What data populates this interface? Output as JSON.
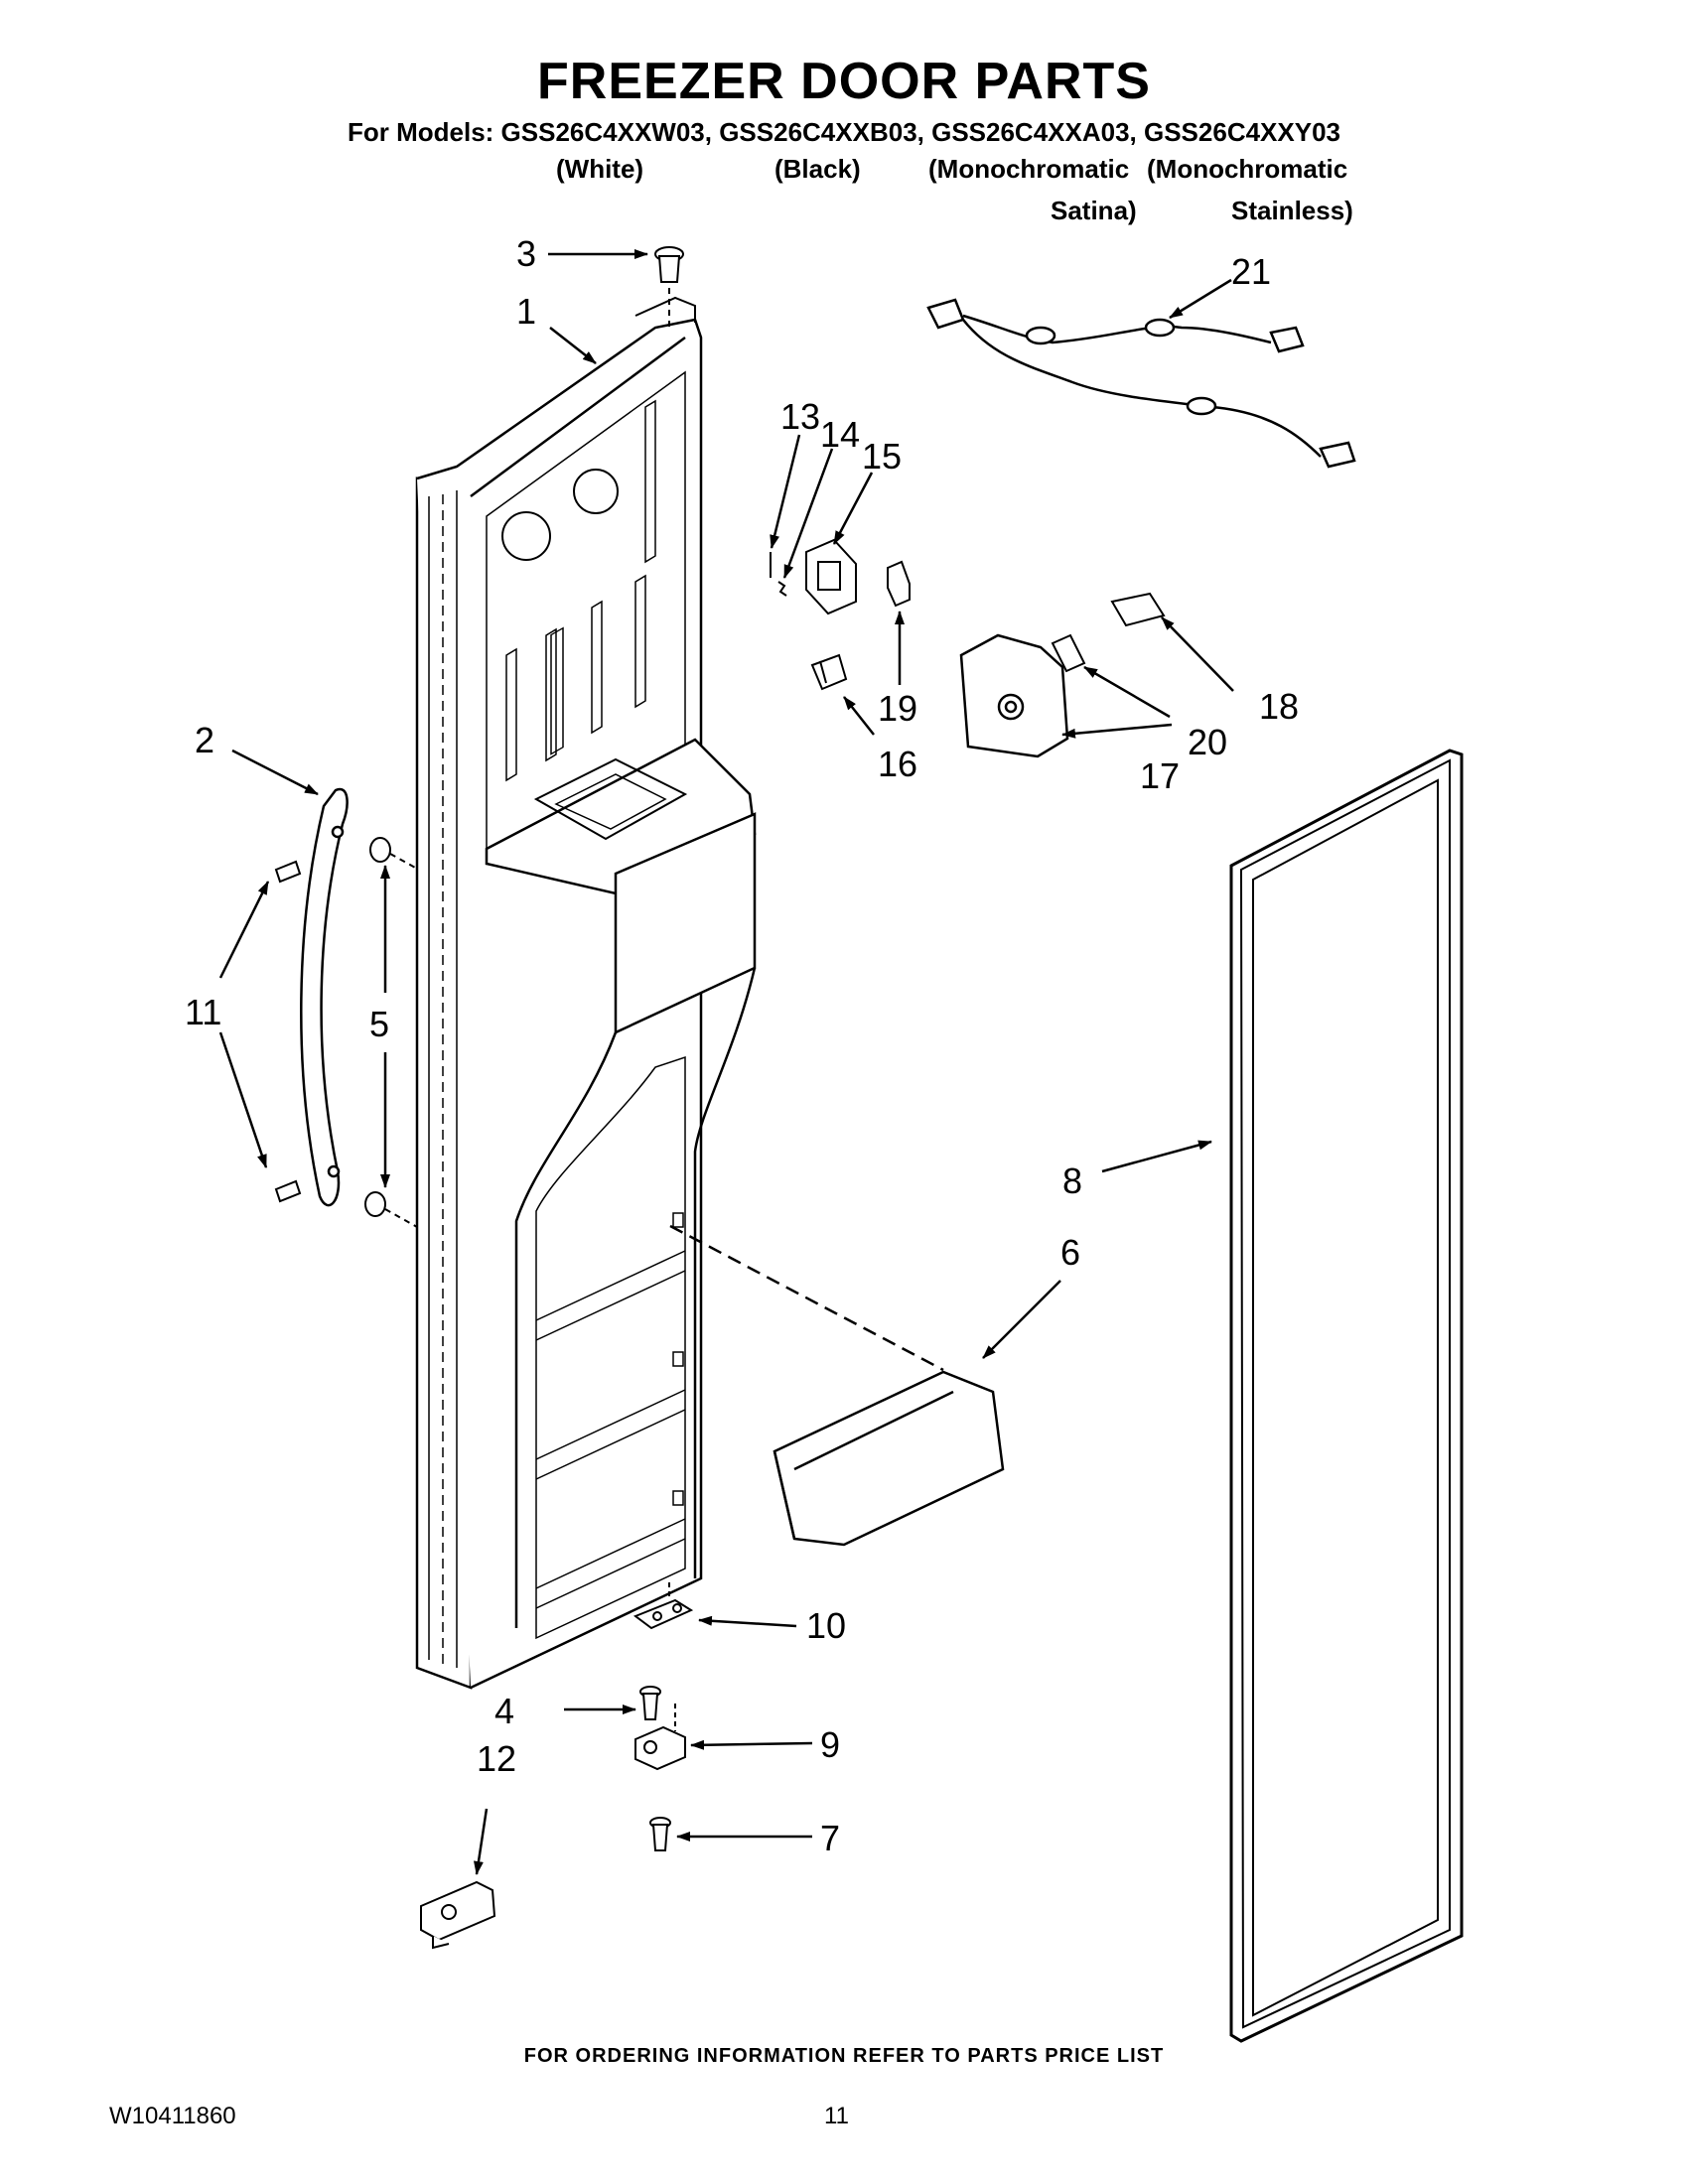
{
  "header": {
    "title": "FREEZER DOOR PARTS",
    "models_line": "For Models: GSS26C4XXW03, GSS26C4XXB03, GSS26C4XXA03, GSS26C4XXY03",
    "variants": {
      "white": "(White)",
      "black": "(Black)",
      "mono1_line1": "(Monochromatic",
      "mono1_line2": "Satina)",
      "mono2_line1": "(Monochromatic",
      "mono2_line2": "Stainless)"
    }
  },
  "callouts": {
    "c1": "1",
    "c2": "2",
    "c3": "3",
    "c4": "4",
    "c5": "5",
    "c6": "6",
    "c7": "7",
    "c8": "8",
    "c9": "9",
    "c10": "10",
    "c11": "11",
    "c12": "12",
    "c13": "13",
    "c14": "14",
    "c15": "15",
    "c16": "16",
    "c17": "17",
    "c18": "18",
    "c19": "19",
    "c20": "20",
    "c21": "21"
  },
  "footer": {
    "ordering_note": "FOR ORDERING INFORMATION REFER TO PARTS PRICE LIST",
    "doc_number": "W10411860",
    "page_number": "11"
  },
  "colors": {
    "line": "#000000",
    "fill": "#ffffff",
    "shade": "#d9d9d9"
  }
}
